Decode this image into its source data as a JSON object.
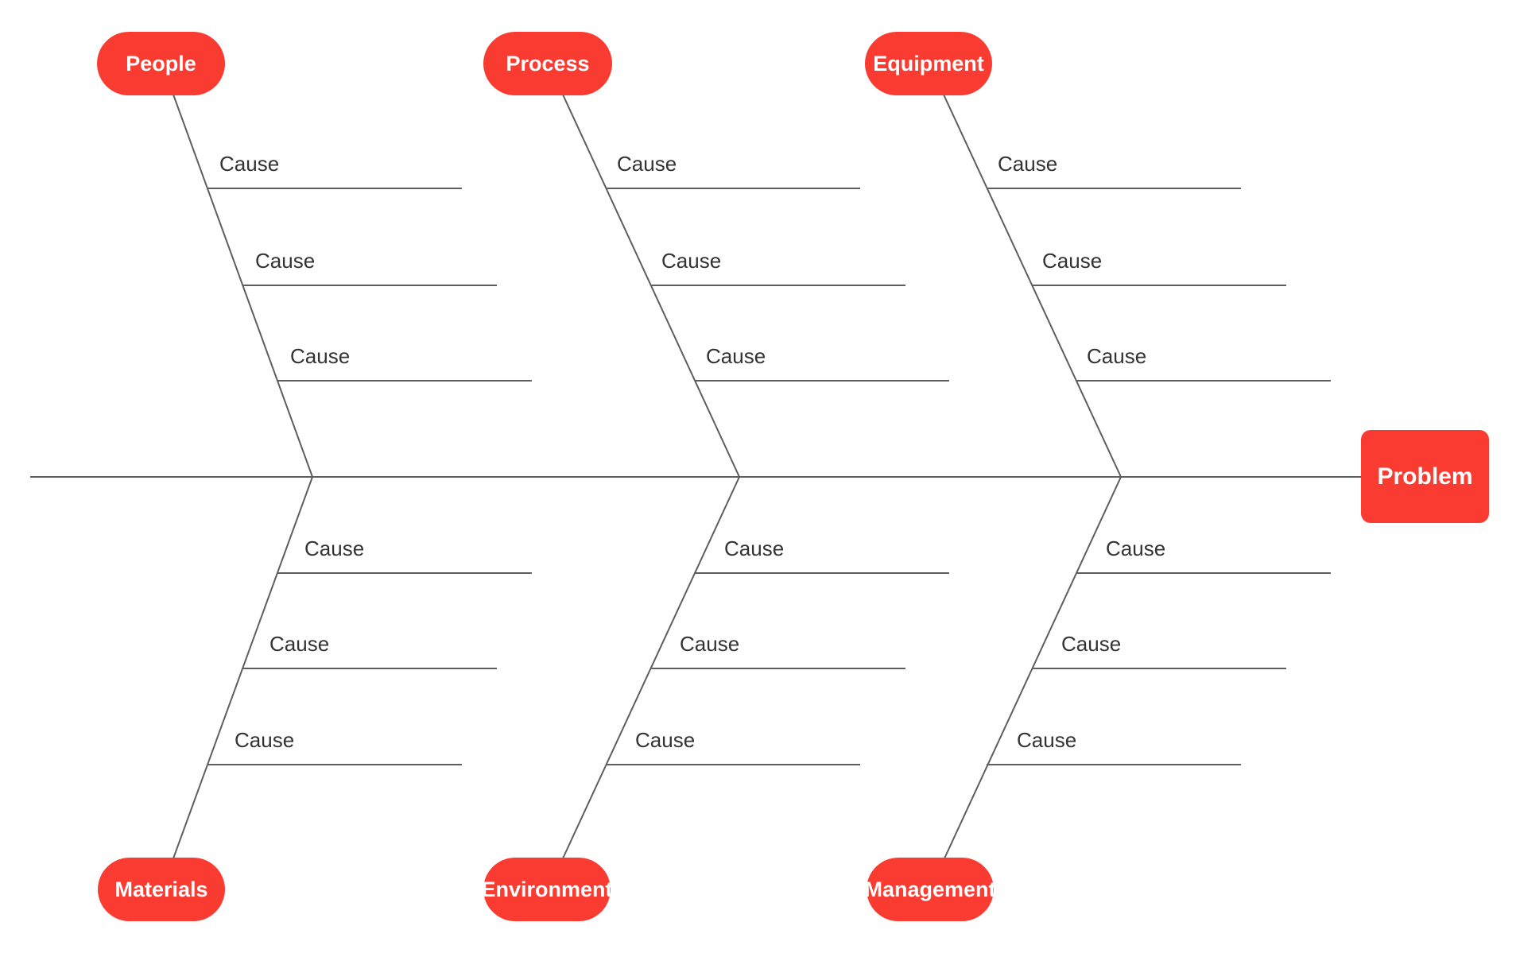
{
  "problem": {
    "label": "Problem"
  },
  "branches": [
    {
      "id": "people",
      "label": "People",
      "position": "top",
      "causes": [
        "Cause",
        "Cause",
        "Cause"
      ]
    },
    {
      "id": "process",
      "label": "Process",
      "position": "top",
      "causes": [
        "Cause",
        "Cause",
        "Cause"
      ]
    },
    {
      "id": "equipment",
      "label": "Equipment",
      "position": "top",
      "causes": [
        "Cause",
        "Cause",
        "Cause"
      ]
    },
    {
      "id": "materials",
      "label": "Materials",
      "position": "bottom",
      "causes": [
        "Cause",
        "Cause",
        "Cause"
      ]
    },
    {
      "id": "environment",
      "label": "Environment",
      "position": "bottom",
      "causes": [
        "Cause",
        "Cause",
        "Cause"
      ]
    },
    {
      "id": "management",
      "label": "Management",
      "position": "bottom",
      "causes": [
        "Cause",
        "Cause",
        "Cause"
      ]
    }
  ],
  "colors": {
    "node_red": "#f93b31",
    "line_gray": "#5e5e5e",
    "cause_text": "#333333",
    "node_text": "#ffffff",
    "background": "#ffffff"
  }
}
